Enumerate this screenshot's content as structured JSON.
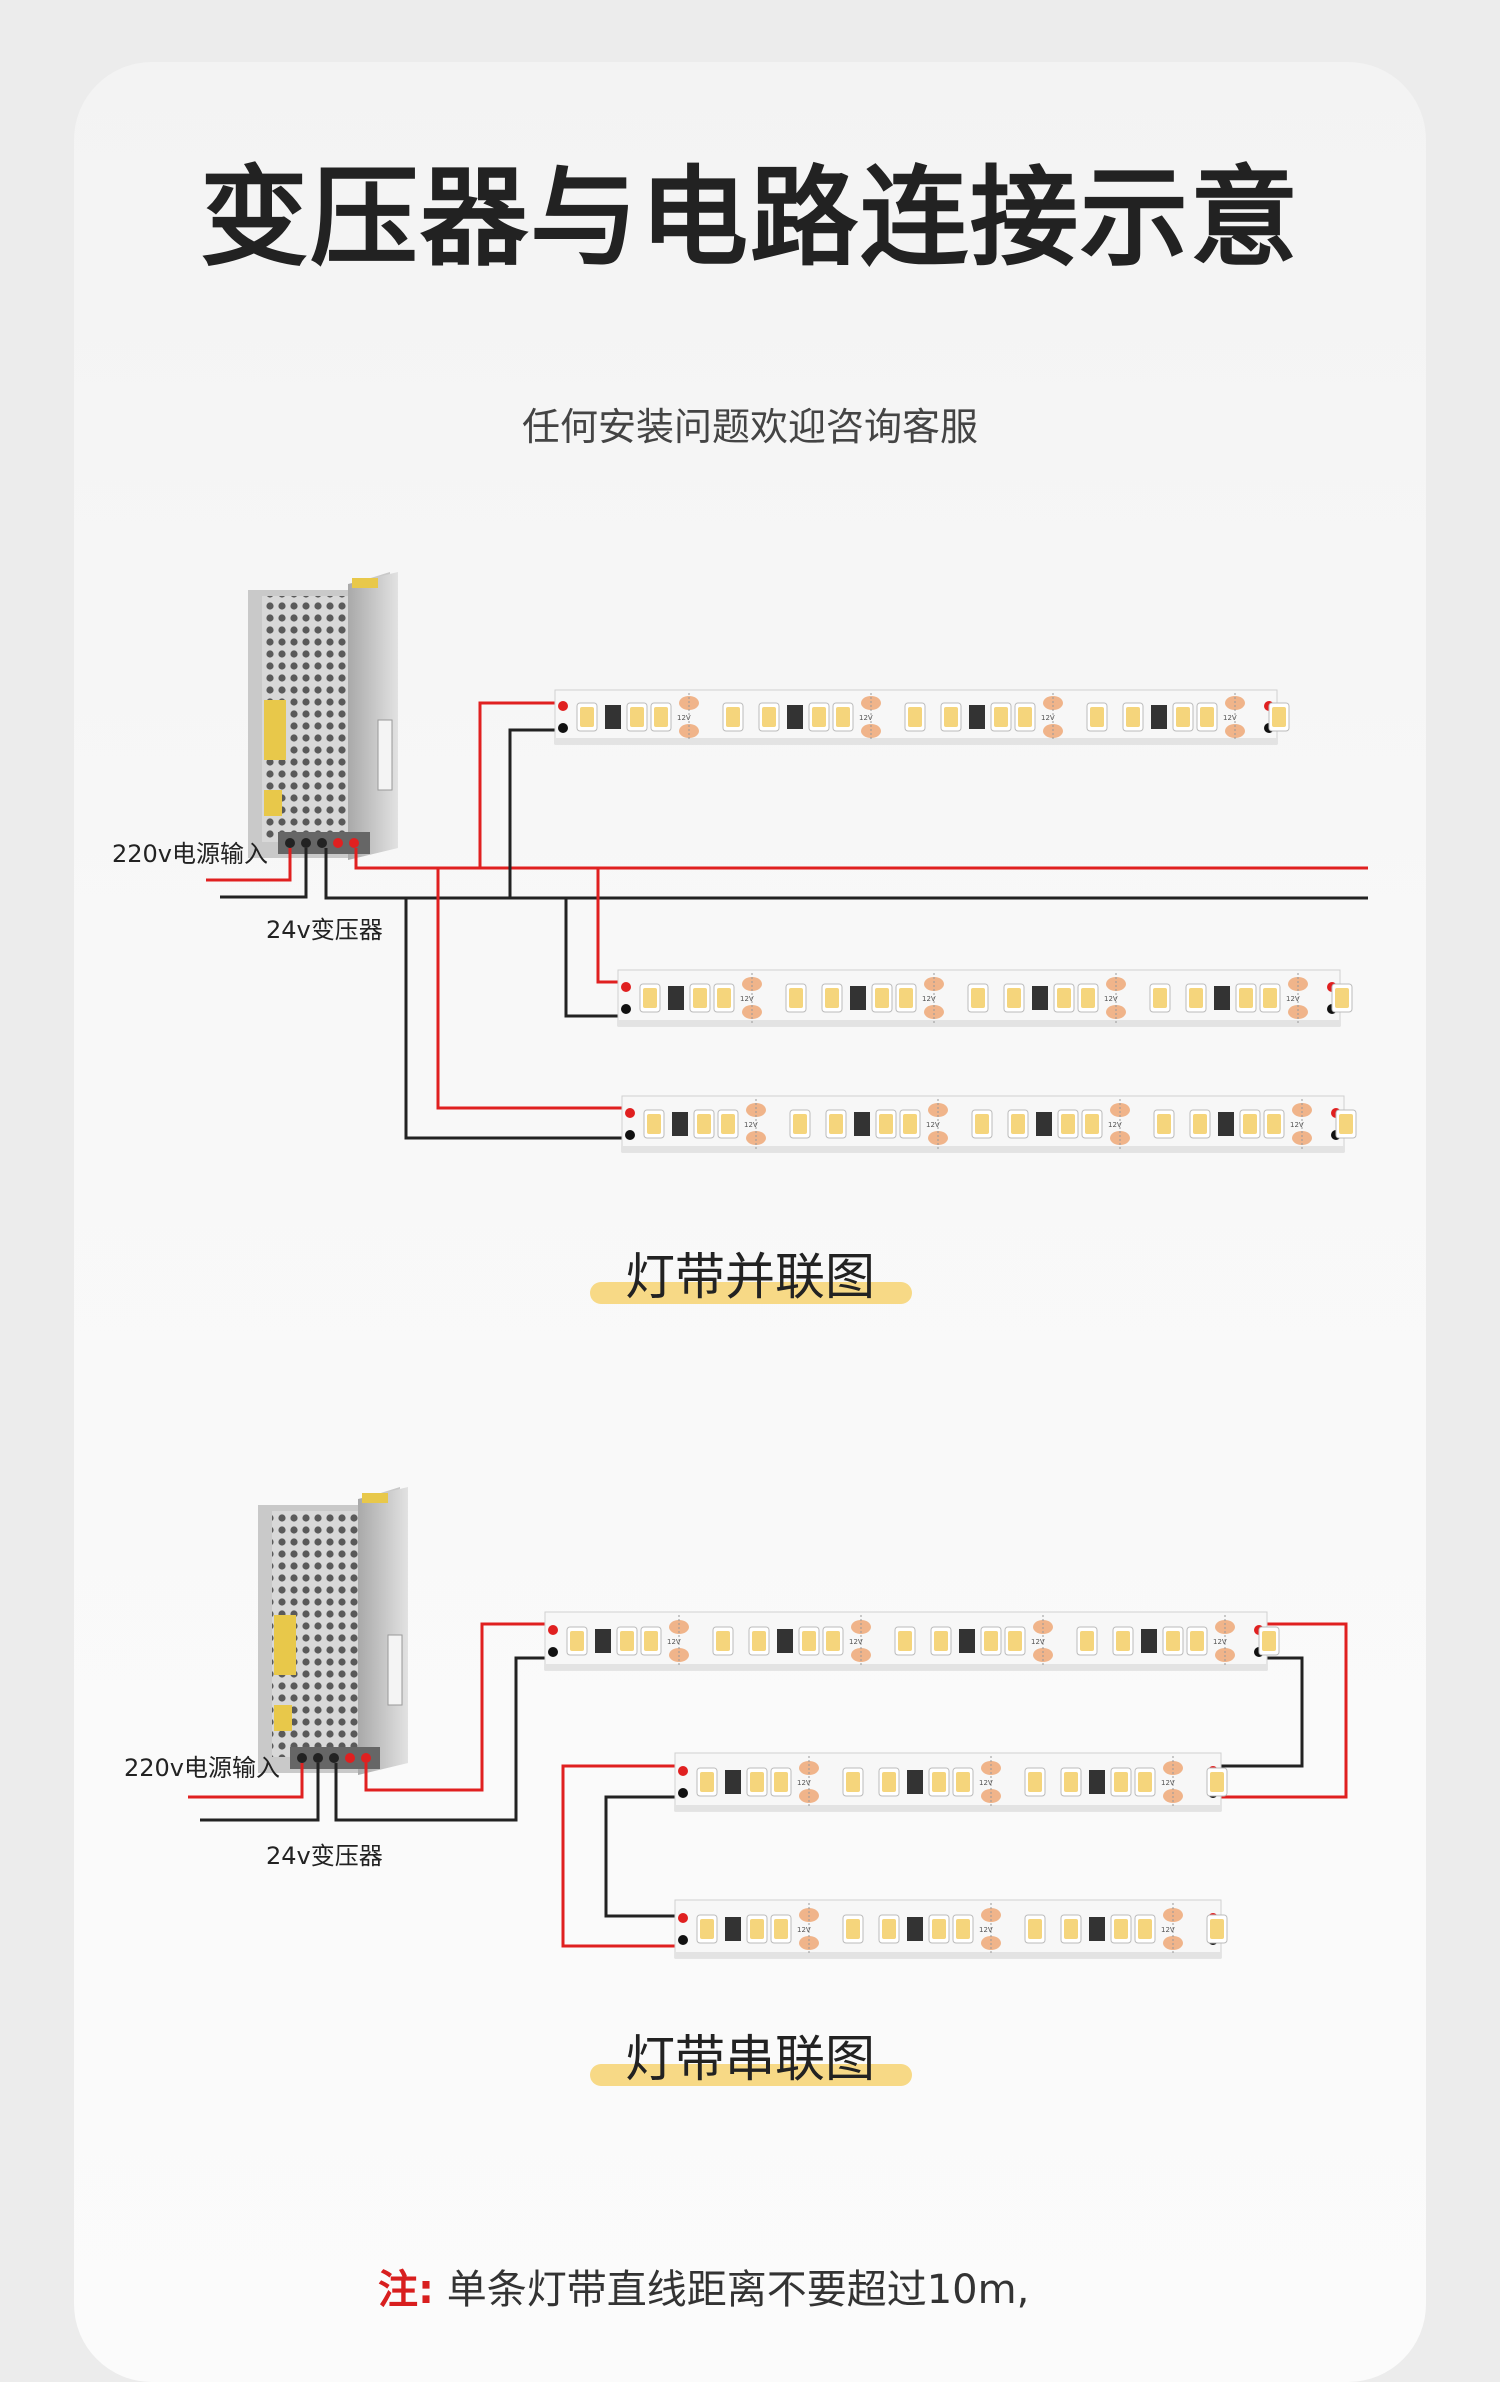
{
  "header": {
    "title": "变压器与电路连接示意",
    "subtitle": "任何安装问题欢迎咨询客服"
  },
  "parallel": {
    "input_label": "220v电源输入",
    "transformer_label": "24v变压器",
    "caption": "灯带并联图"
  },
  "series": {
    "input_label": "220v电源输入",
    "transformer_label": "24v变压器",
    "caption": "灯带串联图"
  },
  "strip_marking": "12V",
  "note": {
    "prefix": "注:",
    "text": "单条灯带直线距离不要超过10m,"
  },
  "colors": {
    "positive_wire": "#e02020",
    "negative_wire": "#222222",
    "highlight": "#f7d986",
    "note_prefix": "#d81e1e"
  }
}
